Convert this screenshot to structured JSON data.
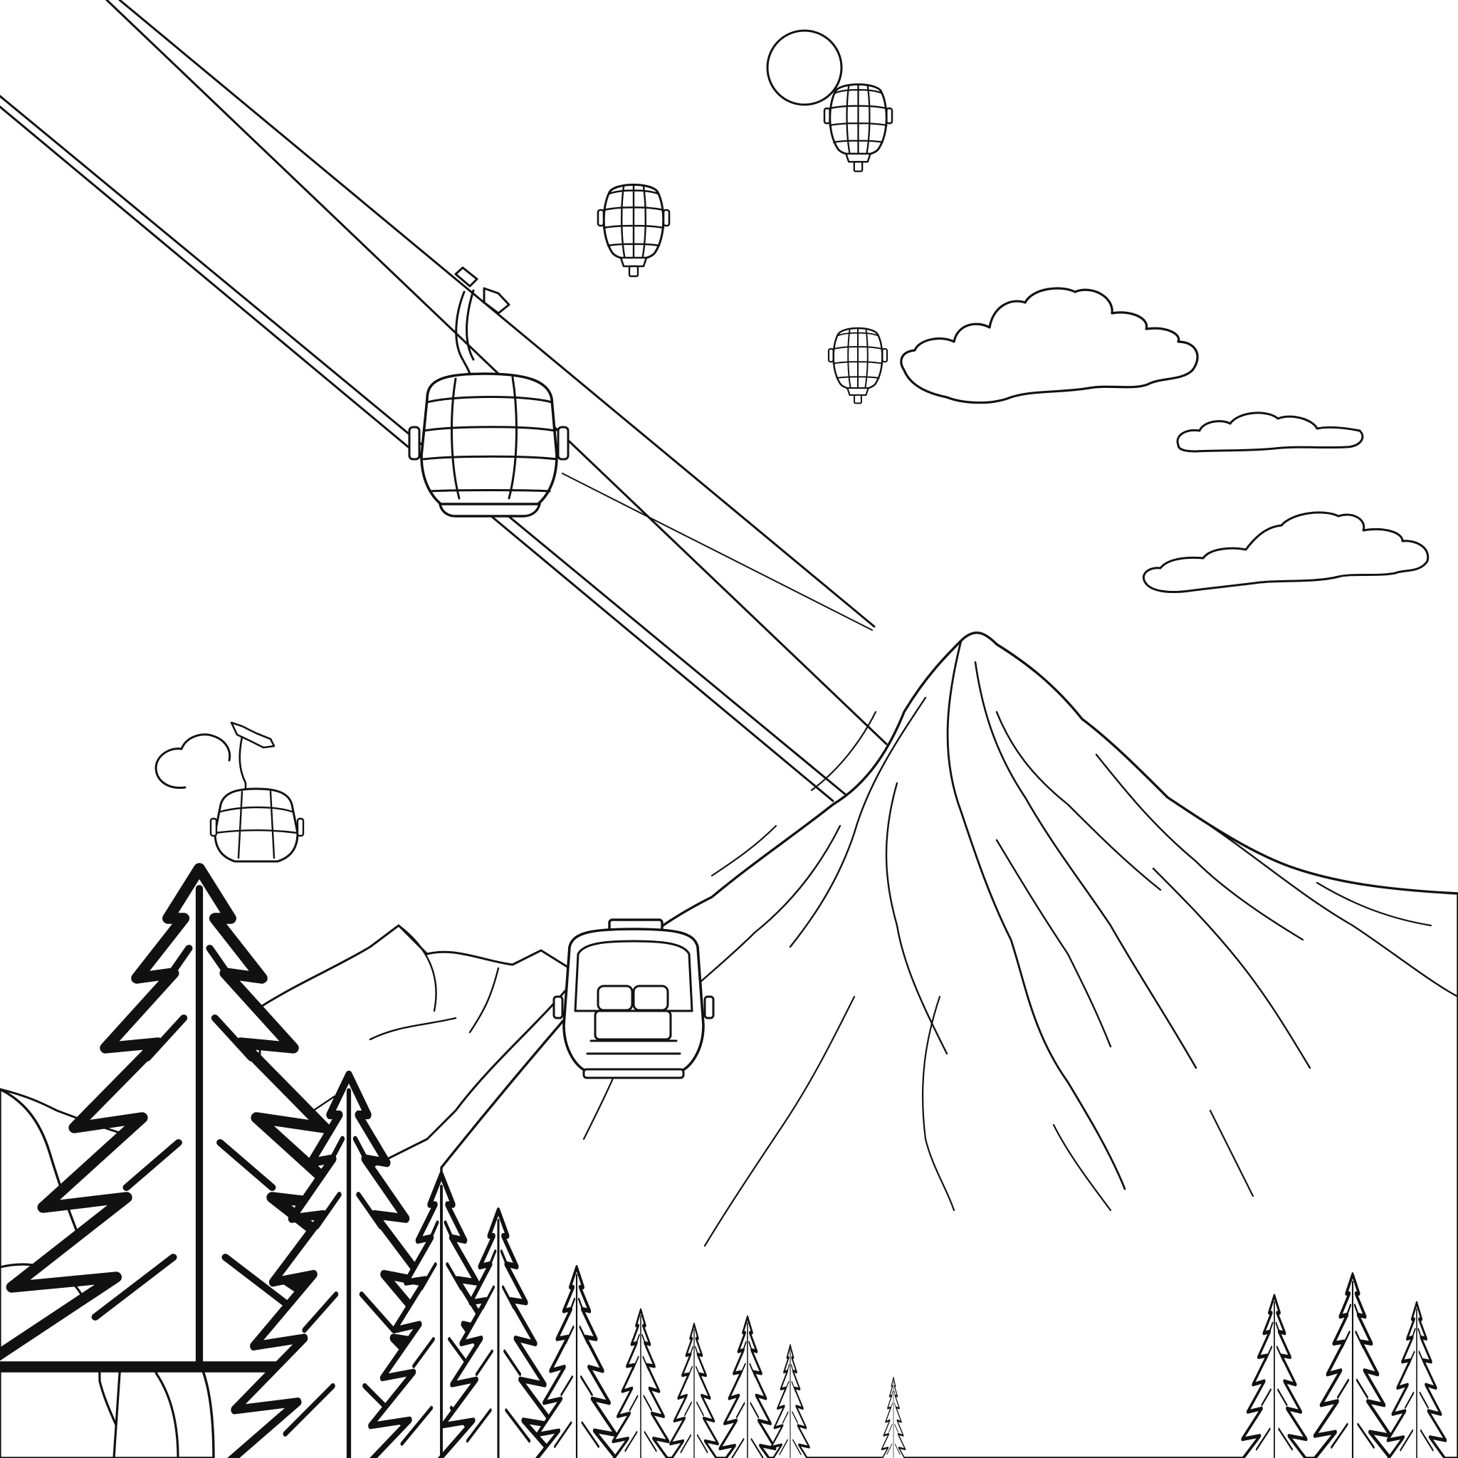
{
  "illustration": {
    "style": "black-and-white line art coloring page",
    "colors": {
      "ink": "#111111",
      "paper": "#ffffff"
    },
    "subjects": [
      "cable-car-gondolas",
      "aerial-cable",
      "mountain-peak",
      "pine-forest",
      "clouds",
      "sun"
    ]
  }
}
